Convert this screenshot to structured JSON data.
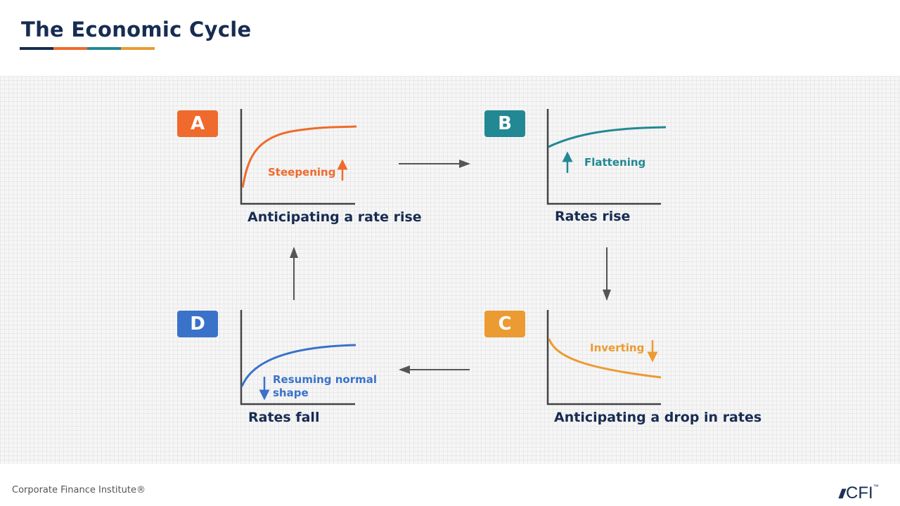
{
  "title": "The Economic Cycle",
  "accent_colors": {
    "navy": "#172c52",
    "orange": "#ef6a2c",
    "teal": "#228893",
    "gold": "#eb9b31",
    "blue": "#3a72c9"
  },
  "stages": [
    {
      "letter": "A",
      "caption": "Anticipating  a rate rise",
      "curve_label": "Steepening",
      "direction": "up"
    },
    {
      "letter": "B",
      "caption": "Rates rise",
      "curve_label": "Flattening",
      "direction": "up"
    },
    {
      "letter": "C",
      "caption": "Anticipating  a drop in rates",
      "curve_label": "Inverting",
      "direction": "down"
    },
    {
      "letter": "D",
      "caption": "Rates fall",
      "curve_label": "Resuming normal shape",
      "curve_label_line1": "Resuming normal",
      "curve_label_line2": "shape",
      "direction": "down"
    }
  ],
  "footer": {
    "text": "Corporate Finance Institute®",
    "logo": "CFI",
    "trademark": "™"
  }
}
